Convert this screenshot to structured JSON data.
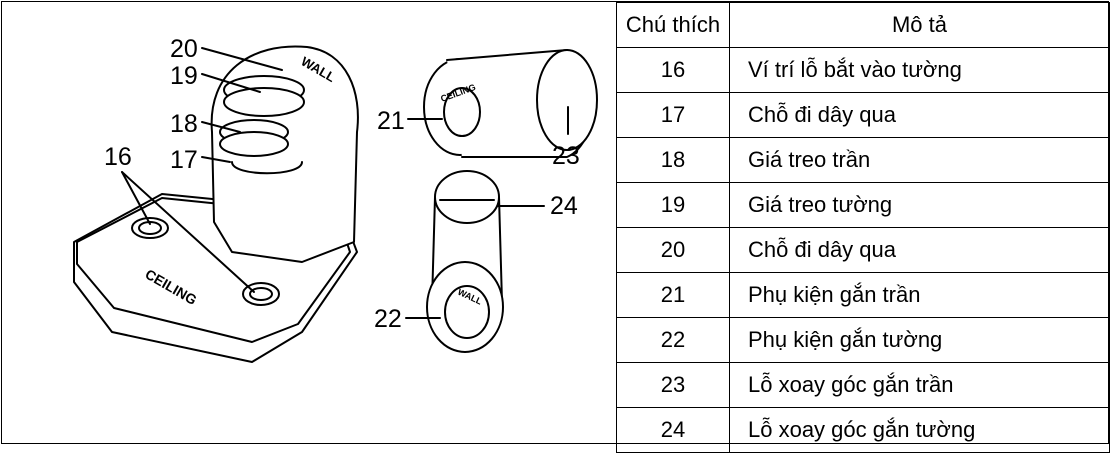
{
  "table": {
    "header": {
      "col1": "Chú thích",
      "col2": "Mô tả"
    },
    "rows": [
      {
        "num": "16",
        "desc": "Ví trí lỗ bắt vào tường"
      },
      {
        "num": "17",
        "desc": "Chỗ đi dây qua"
      },
      {
        "num": "18",
        "desc": "Giá treo trần"
      },
      {
        "num": "19",
        "desc": "Giá treo tường"
      },
      {
        "num": "20",
        "desc": "Chỗ đi dây qua"
      },
      {
        "num": "21",
        "desc": "Phụ kiện gắn trần"
      },
      {
        "num": "22",
        "desc": "Phụ kiện gắn tường"
      },
      {
        "num": "23",
        "desc": "Lỗ xoay góc gắn trần"
      },
      {
        "num": "24",
        "desc": "Lỗ xoay góc gắn tường"
      }
    ]
  },
  "illustration": {
    "callouts": [
      "16",
      "17",
      "18",
      "19",
      "20",
      "21",
      "22",
      "23",
      "24"
    ],
    "base_marking": "CEILING",
    "top_marking": "WALL",
    "cap_upper_marking": "CEILING",
    "cap_lower_marking": "WALL"
  }
}
